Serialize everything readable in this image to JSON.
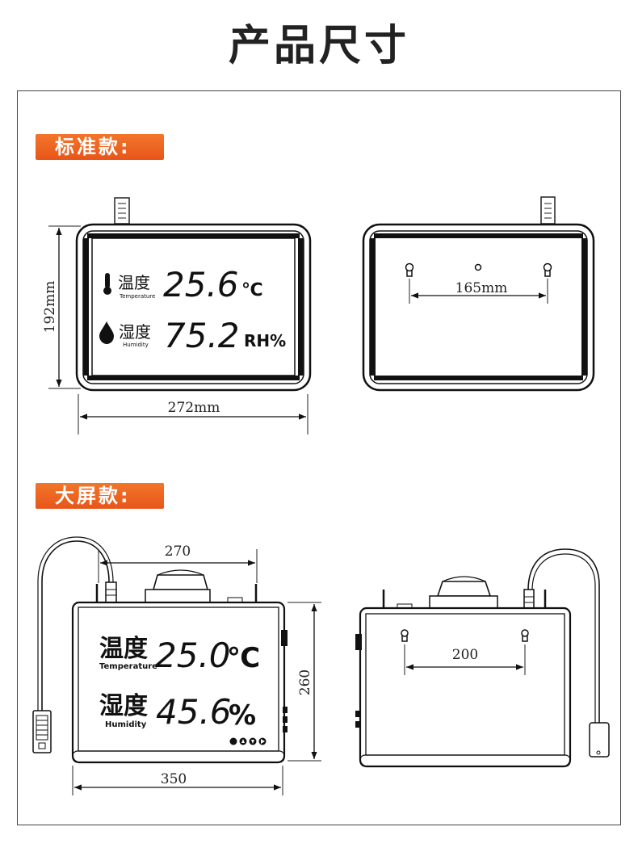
{
  "page_title": "产品尺寸",
  "standard": {
    "badge": "标准款:",
    "temp_label": "温度",
    "temp_en": "Temperature",
    "temp_value": "25.6",
    "temp_unit": "℃",
    "hum_label": "湿度",
    "hum_en": "Humidity",
    "hum_value": "75.2",
    "hum_unit": "RH%",
    "dim_height": "192mm",
    "dim_width": "272mm",
    "dim_holes": "165mm"
  },
  "large": {
    "badge": "大屏款:",
    "temp_label": "温度",
    "temp_en": "Temperature",
    "temp_value": "25.0",
    "temp_unit": "℃",
    "hum_label": "湿度",
    "hum_en": "Humidity",
    "hum_value": "45.6",
    "hum_unit": "%",
    "dim_top": "270",
    "dim_height": "260",
    "dim_width": "350",
    "dim_holes": "200"
  }
}
